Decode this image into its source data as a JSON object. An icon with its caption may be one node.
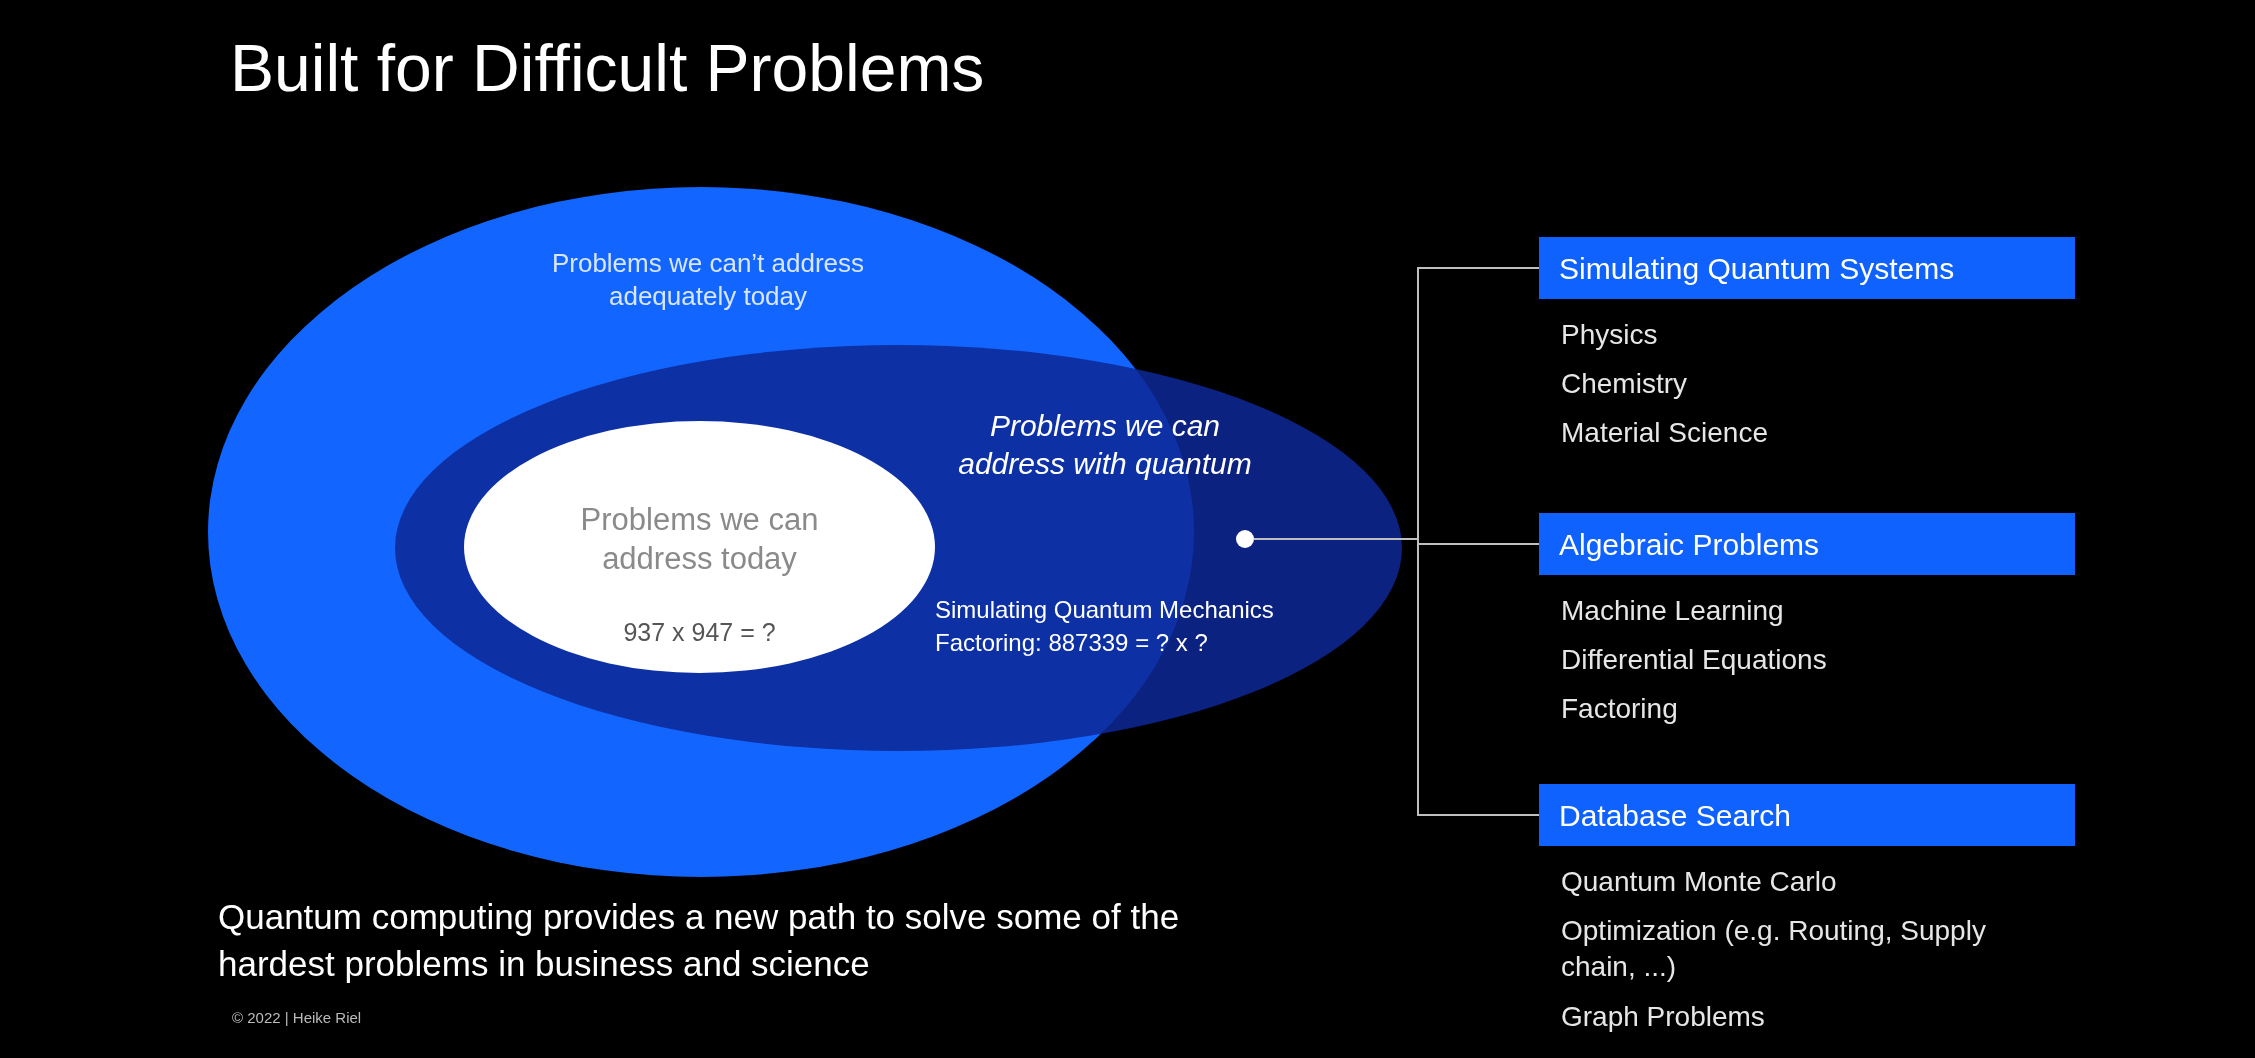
{
  "diagram": {
    "title": "Built for Difficult Problems",
    "nodes": [
      {
        "text": [
          "Problems we can’t address adequately today"
        ]
      },
      {
        "text": [
          "Problems we can address with quantum",
          "Simulating Quantum Mechanics",
          "Factoring: 887339 = ? x ?"
        ]
      },
      {
        "text": [
          "Problems we can address today",
          "937 x 947 = ?"
        ]
      },
      {
        "text": [],
        "shape": "circle",
        "in": 1
      },
      {
        "text": [
          "Simulating Quantum Systems"
        ],
        "beside": [
          "Physics",
          "Chemistry",
          "Material Science"
        ]
      },
      {
        "text": [
          "Algebraic Problems"
        ],
        "beside": [
          "Machine Learning",
          "Differential Equations",
          "Factoring"
        ]
      },
      {
        "text": [
          "Database Search"
        ],
        "beside": [
          "Quantum Monte Carlo",
          "Optimization (e.g. Routing, Supply chain, ...)",
          "Graph Problems"
        ]
      }
    ],
    "edges": [
      {
        "from": 3,
        "to": 4,
        "arrow": "none"
      },
      {
        "from": 3,
        "to": 5,
        "arrow": "none"
      },
      {
        "from": 3,
        "to": 6,
        "arrow": "none"
      }
    ],
    "labels": [
      "Quantum computing provides a new path to solve some of the hardest problems in business and science",
      "© 2022 | Heike Riel"
    ]
  }
}
